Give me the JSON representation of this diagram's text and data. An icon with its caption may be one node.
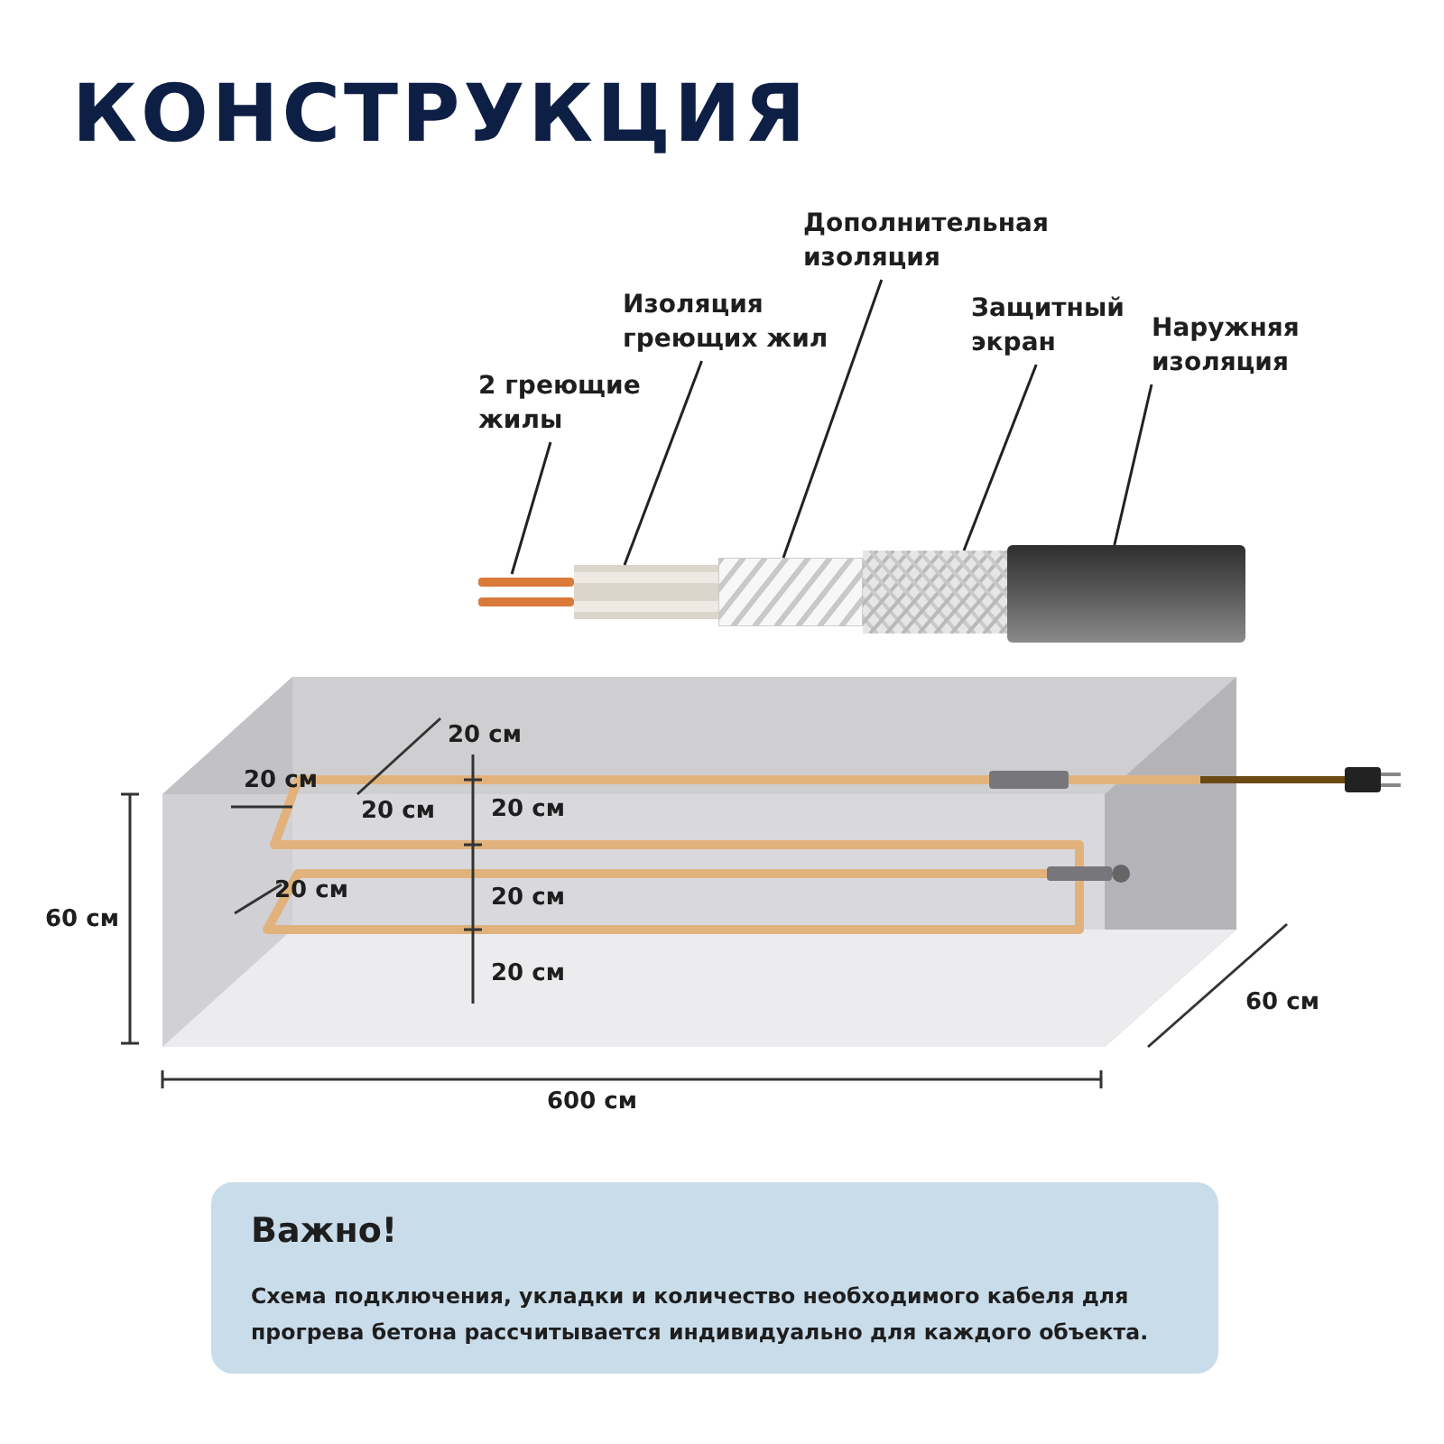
{
  "diagram": {
    "title": "КОНСТРУКЦИЯ",
    "nodes": [
      {
        "text": [
          "2 греющие жилы"
        ]
      },
      {
        "text": [],
        "shape": "picture"
      },
      {
        "text": [
          "Изоляция греющих жил"
        ]
      },
      {
        "text": [],
        "shape": "picture"
      },
      {
        "text": [
          "Дополнительная изоляция"
        ]
      },
      {
        "text": [],
        "shape": "picture"
      },
      {
        "text": [
          "Защитный экран"
        ]
      },
      {
        "text": [],
        "shape": "picture"
      },
      {
        "text": [
          "Наружняя изоляция"
        ]
      },
      {
        "text": [],
        "shape": "picture"
      },
      {
        "text": [
          "Важно!",
          "Схема подключения, укладки и количество необходимого кабеля для прогрева бетона рассчитывается индивидуально для каждого объекта."
        ]
      }
    ],
    "edges": [
      {
        "from": 0,
        "to": 1,
        "arrow": "none"
      },
      {
        "from": 2,
        "to": 3,
        "arrow": "none"
      },
      {
        "from": 4,
        "to": 5,
        "arrow": "none"
      },
      {
        "from": 6,
        "to": 7,
        "arrow": "none"
      },
      {
        "from": 8,
        "to": 9,
        "arrow": "none"
      }
    ],
    "labels": [
      "20 см",
      "20 см",
      "20 см",
      "20 см",
      "20 см",
      "20 см",
      "20 см",
      "60 см",
      "60 см",
      "600 см"
    ]
  }
}
